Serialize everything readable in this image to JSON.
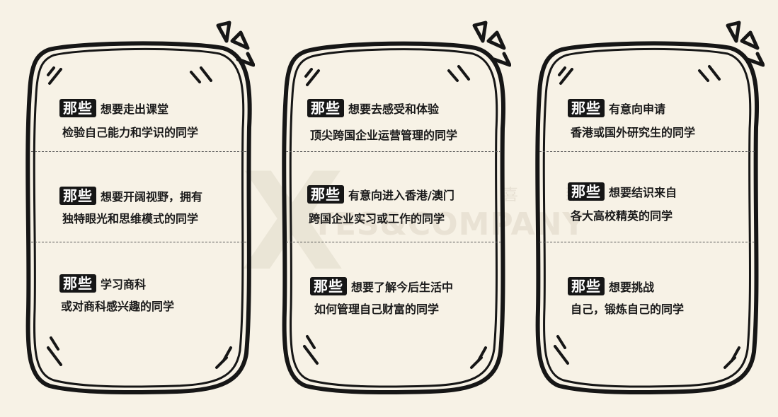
{
  "watermark": {
    "letter": "X",
    "text": "YES&COMPANY",
    "cn": "喜 致"
  },
  "cards": [
    {
      "items": [
        {
          "tag": "那些",
          "line1": "想要走出课堂",
          "line2": "检验自己能力和学识的同学"
        },
        {
          "tag": "那些",
          "line1": "想要开阔视野，拥有",
          "line2": "独特眼光和思维模式的同学"
        },
        {
          "tag": "那些",
          "line1": "学习商科",
          "line2": "或对商科感兴趣的同学"
        }
      ]
    },
    {
      "items": [
        {
          "tag": "那些",
          "line1": "想要去感受和体验",
          "line2": "顶尖跨国企业运营管理的同学"
        },
        {
          "tag": "那些",
          "line1": "有意向进入香港/澳门",
          "line2": "跨国企业实习或工作的同学"
        },
        {
          "tag": "那些",
          "line1": "想要了解今后生活中",
          "line2": "如何管理自己财富的同学"
        }
      ]
    },
    {
      "items": [
        {
          "tag": "那些",
          "line1": "有意向申请",
          "line2": "香港或国外研究生的同学"
        },
        {
          "tag": "那些",
          "line1": "想要结识来自",
          "line2": "各大高校精英的同学"
        },
        {
          "tag": "那些",
          "line1": "想要挑战",
          "line2": "自己，锻炼自己的同学"
        }
      ]
    }
  ]
}
